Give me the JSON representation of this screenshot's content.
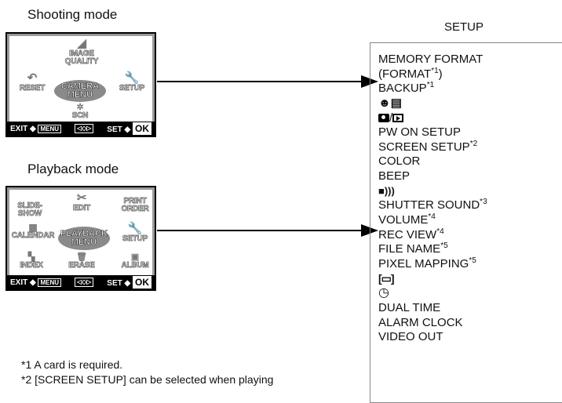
{
  "shooting": {
    "title": "Shooting mode",
    "items": {
      "image_quality": "IMAGE QUALITY",
      "reset": "RESET",
      "camera_menu": "CAMERA MENU",
      "setup": "SETUP",
      "scn": "SCN"
    },
    "bar": {
      "exit": "EXIT",
      "menu_key": "MENU",
      "pad": "◁◇▷",
      "set": "SET",
      "ok": "OK"
    }
  },
  "playback": {
    "title": "Playback mode",
    "items": {
      "slideshow": "SLIDE-SHOW",
      "edit": "EDIT",
      "print_order": "PRINT ORDER",
      "calendar": "CALENDAR",
      "playback_menu": "PLAYBACK MENU",
      "setup": "SETUP",
      "index": "INDEX",
      "erase": "ERASE",
      "album": "ALBUM"
    },
    "bar": {
      "exit": "EXIT",
      "menu_key": "MENU",
      "pad": "◁◇▷",
      "set": "SET",
      "ok": "OK"
    }
  },
  "setup_menu": {
    "title": "SETUP",
    "items": [
      {
        "label": "MEMORY FORMAT",
        "note": ""
      },
      {
        "label": "(FORMAT",
        "note": "*1",
        "suffix": ")"
      },
      {
        "label": "BACKUP",
        "note": "*1"
      },
      {
        "label": "",
        "icon": "language-icon"
      },
      {
        "label": "",
        "icon": "camera-playback-icon"
      },
      {
        "label": "PW ON SETUP",
        "note": ""
      },
      {
        "label": "SCREEN SETUP",
        "note": "*2"
      },
      {
        "label": "COLOR",
        "note": ""
      },
      {
        "label": "BEEP",
        "note": ""
      },
      {
        "label": "",
        "icon": "sound-icon"
      },
      {
        "label": "SHUTTER SOUND",
        "note": "*3"
      },
      {
        "label": "VOLUME",
        "note": "*4"
      },
      {
        "label": "REC VIEW",
        "note": "*4"
      },
      {
        "label": "FILE NAME",
        "note": "*5"
      },
      {
        "label": "PIXEL MAPPING",
        "note": "*5"
      },
      {
        "label": "",
        "icon": "monitor-brightness-icon"
      },
      {
        "label": "",
        "icon": "clock-icon"
      },
      {
        "label": "DUAL TIME",
        "note": ""
      },
      {
        "label": "ALARM CLOCK",
        "note": ""
      },
      {
        "label": "VIDEO OUT",
        "note": ""
      }
    ]
  },
  "footnotes": {
    "n1": "*1 A card is required.",
    "n2": "*2 [SCREEN SETUP] can be selected when playing"
  }
}
